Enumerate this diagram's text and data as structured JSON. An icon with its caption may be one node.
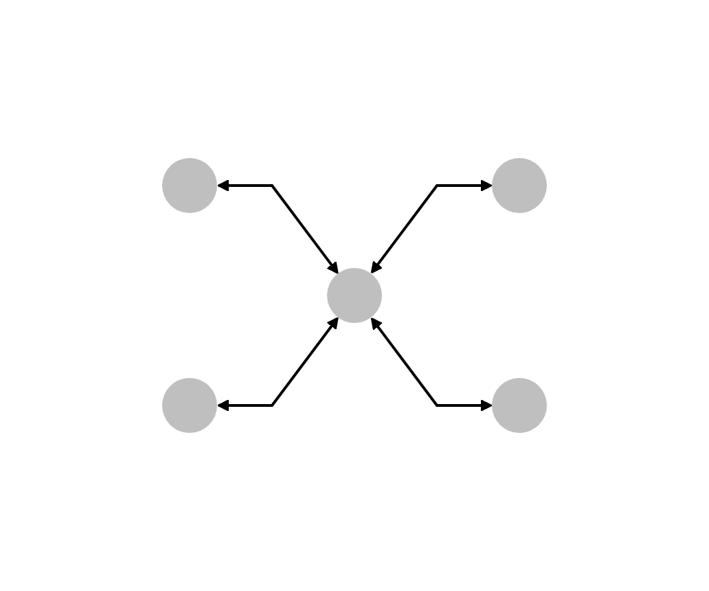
{
  "diagram": {
    "nodes": [
      {
        "text": [],
        "shape": "circle"
      },
      {
        "text": [],
        "shape": "circle"
      },
      {
        "text": [],
        "shape": "circle"
      },
      {
        "text": [],
        "shape": "circle"
      },
      {
        "text": [],
        "shape": "circle"
      }
    ],
    "edges": [
      {
        "from": 0,
        "to": 2,
        "arrow": "both"
      },
      {
        "from": 2,
        "to": 1,
        "arrow": "both"
      },
      {
        "from": 3,
        "to": 2,
        "arrow": "both"
      },
      {
        "from": 2,
        "to": 4,
        "arrow": "both"
      }
    ]
  }
}
